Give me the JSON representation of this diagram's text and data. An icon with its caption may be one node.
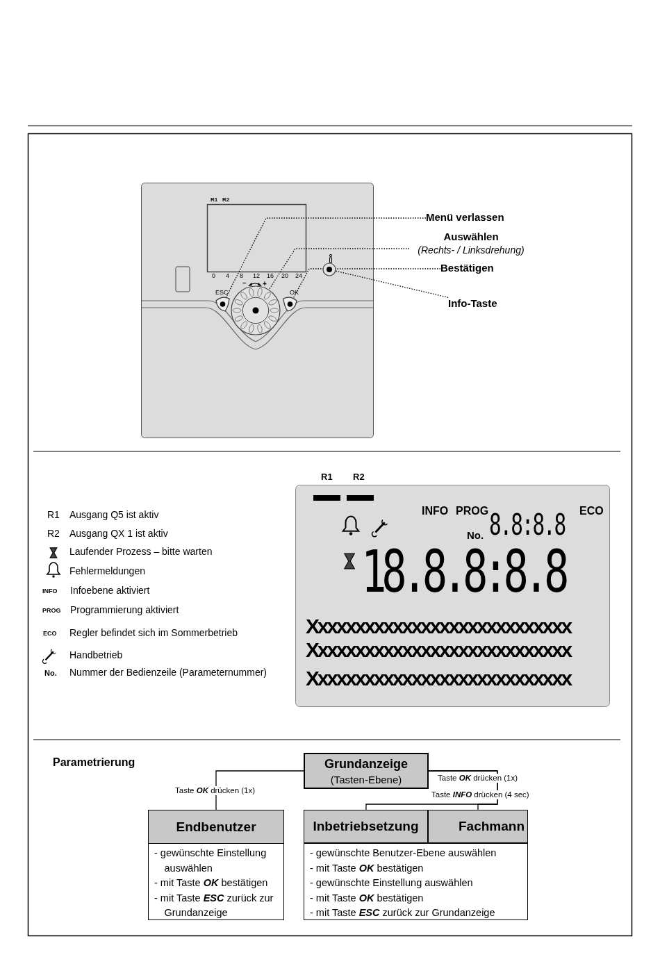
{
  "diagram": {
    "nodes": [
      {
        "text": [
          "Menü verlassen"
        ]
      },
      {
        "text": [],
        "shape": "button"
      },
      {
        "text": [
          "Auswählen",
          "(Rechts- / Linksdrehung)"
        ]
      },
      {
        "text": [],
        "shape": "circle"
      },
      {
        "text": [
          "Bestätigen"
        ]
      },
      {
        "text": [],
        "shape": "button"
      },
      {
        "text": [
          "Info-Taste"
        ]
      },
      {
        "text": [],
        "shape": "circle"
      },
      {
        "text": [
          "Grundanzeige",
          "(Tasten-Ebene)"
        ]
      },
      {
        "text": [
          "Endbenutzer",
          "- gewünschte Einstellung auswählen",
          "- mit Taste **OK** bestätigen",
          "- mit Taste **ESC** zurück zur Grundanzeige"
        ]
      },
      {
        "text": [
          "Inbetriebsetzung"
        ]
      },
      {
        "text": [
          "Fachmann"
        ]
      },
      {
        "text": [
          "- gewünschte Benutzer-Ebene auswählen",
          "- mit Taste **OK** bestätigen",
          "- gewünschte  Einstellung auswählen",
          "- mit Taste **OK** bestätigen",
          "- mit Taste **ESC** zurück zur Grundanzeige"
        ]
      }
    ],
    "edges": [
      {
        "from": 0,
        "to": 1,
        "arrow": "none",
        "style": "dashed"
      },
      {
        "from": 2,
        "to": 3,
        "arrow": "none",
        "style": "dashed"
      },
      {
        "from": 4,
        "to": 5,
        "arrow": "none",
        "style": "dashed"
      },
      {
        "from": 6,
        "to": 7,
        "arrow": "none",
        "style": "dashed"
      },
      {
        "from": 8,
        "to": 9,
        "arrow": "none",
        "label": "Taste **OK** drücken (1x)"
      },
      {
        "from": 8,
        "to": 10,
        "arrow": "none",
        "label": "Taste  **INFO** drücken (4 sec)"
      },
      {
        "from": 8,
        "to": 11,
        "arrow": "none",
        "label": "Taste **OK** drücken (1x)"
      }
    ],
    "labels": [
      "R1",
      "R2",
      "0",
      "4",
      "8",
      "12",
      "16",
      "20",
      "24",
      "ESC",
      "OK",
      "−",
      "+",
      "R1",
      "R2",
      "INFO",
      "PROG",
      "ECO",
      "No.",
      "R1",
      "R2",
      "INFO",
      "PROG",
      "8.8:8.8",
      "ECO",
      "No.",
      "18.8.8:8.8",
      "Xxxxxxxxxxxxxxxxxxxxxxxxxxxx",
      "Xxxxxxxxxxxxxxxxxxxxxxxxxxxx",
      "Xxxxxxxxxxxxxxxxxxxxxxxxxxxx",
      "Parametrierung"
    ],
    "legend": [
      {
        "text": "Ausgang Q5 ist aktiv"
      },
      {
        "text": "Ausgang QX 1 ist aktiv"
      },
      {
        "text": "Laufender Prozess – bitte warten"
      },
      {
        "text": "Fehlermeldungen"
      },
      {
        "text": "Infoebene aktiviert"
      },
      {
        "text": "Programmierung aktiviert"
      },
      {
        "text": "Regler befindet sich im Sommerbetrieb"
      },
      {
        "text": "Handbetrieb"
      },
      {
        "text": "Nummer der Bedienzeile (Parameternummer)"
      }
    ]
  }
}
